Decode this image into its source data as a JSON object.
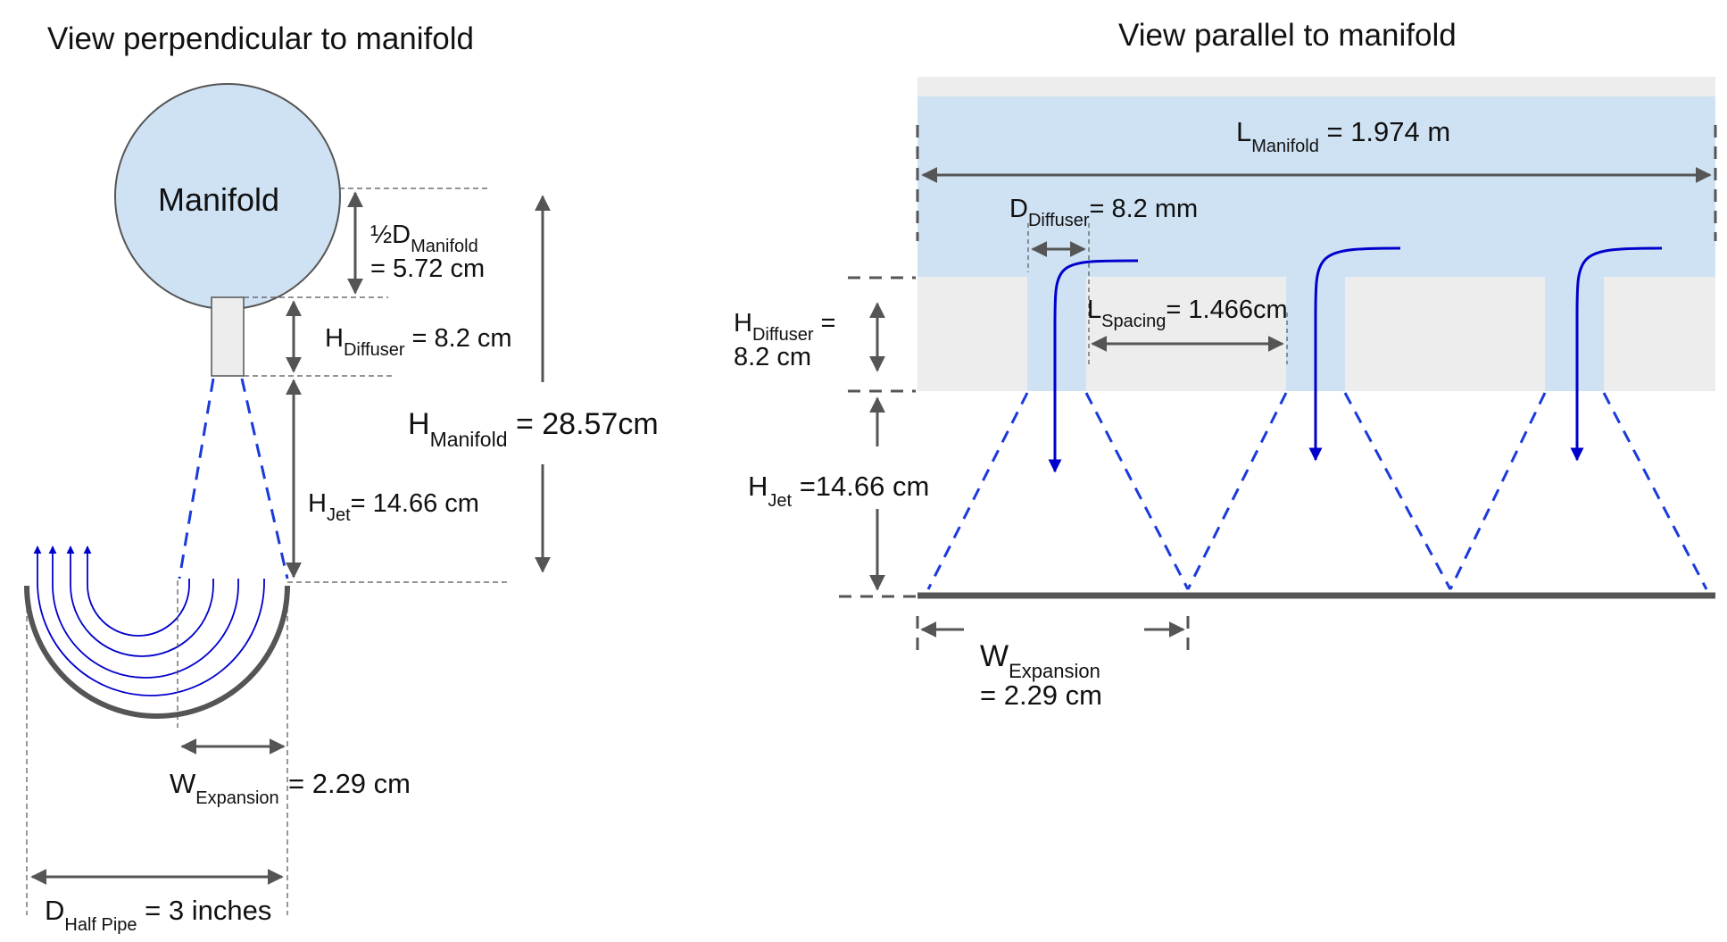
{
  "left": {
    "title": "View perpendicular to manifold",
    "manifold_label": "Manifold",
    "half_d": {
      "prefix": "½D",
      "sub": "Manifold",
      "value": "= 5.72 cm"
    },
    "h_diffuser": {
      "main": "H",
      "sub": "Diffuser",
      "value": " = 8.2 cm"
    },
    "h_manifold": {
      "main": "H",
      "sub": "Manifold",
      "value": " = 28.57cm"
    },
    "h_jet": {
      "main": "H",
      "sub": "Jet",
      "value": "= 14.66 cm"
    },
    "w_expansion": {
      "main": "W",
      "sub": "Expansion",
      "value": " = 2.29 cm"
    },
    "d_half_pipe": {
      "main": "D",
      "sub": "Half Pipe",
      "value": " = 3 inches"
    }
  },
  "right": {
    "title": "View parallel to manifold",
    "l_manifold": {
      "main": "L",
      "sub": "Manifold",
      "value": " = 1.974 m"
    },
    "d_diffuser": {
      "main": "D",
      "sub": "Diffuser",
      "value": "= 8.2 mm"
    },
    "l_spacing": {
      "main": "L",
      "sub": "Spacing",
      "value": "= 1.466cm"
    },
    "h_diffuser": {
      "main": "H",
      "sub": "Diffuser",
      "value": " =",
      "line2": "8.2 cm"
    },
    "h_jet": {
      "main": "H",
      "sub": "Jet",
      "value": " =14.66 cm"
    },
    "w_expansion": {
      "main": "W",
      "sub": "Expansion",
      "line2": "= 2.29 cm"
    }
  },
  "colors": {
    "water": "#cfe2f3",
    "gray_fill": "#ededed",
    "dim_line": "#555555",
    "flow": "#0000cc",
    "jet_dash": "#1a3adb",
    "pipe": "#555555"
  }
}
